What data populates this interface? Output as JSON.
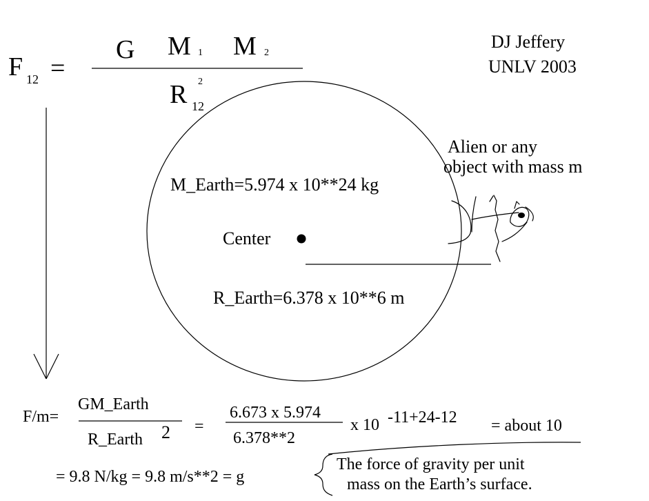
{
  "title_formula": {
    "F": "F",
    "F_sub": "12",
    "equals": "=",
    "G": "G",
    "M": "M",
    "M1_sub": "1",
    "M2_sub": "2",
    "R": "R",
    "R_sub": "12",
    "R_sup": "2"
  },
  "author": {
    "name": "DJ Jeffery",
    "affiliation": "UNLV 2003"
  },
  "earth": {
    "mass_label": "M_Earth=5.974 x 10**24 kg",
    "center_label": "Center",
    "radius_label": "R_Earth=6.378 x 10**6 m"
  },
  "alien": {
    "line1": "Alien or any",
    "line2": "object with mass m"
  },
  "ratio_formula": {
    "lhs": "F/m=",
    "numerator": "GM_Earth",
    "denominator": "R_Earth",
    "denominator_sup": "2",
    "equals": "=",
    "num2": "6.673 x 5.974",
    "den2": "6.378**2",
    "times_base": "x 10",
    "exponent": "-11+24-12",
    "result": "= about 10"
  },
  "result_line": {
    "text": "= 9.8 N/kg = 9.8 m/s**2  =  g"
  },
  "note": {
    "line1": "The force of gravity per unit",
    "line2": "mass on the Earth’s surface."
  }
}
